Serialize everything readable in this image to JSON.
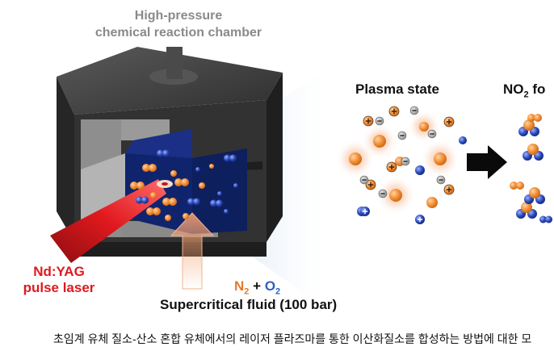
{
  "chamber_title_line1": "High-pressure",
  "chamber_title_line2": "chemical reaction chamber",
  "laser_label_line1": "Nd:YAG",
  "laser_label_line2": "pulse laser",
  "plasma_title": "Plasma state",
  "no2_title_prefix": "NO",
  "no2_title_sub": "2",
  "no2_title_suffix": " fo",
  "gas_n": "N",
  "gas_n_sub": "2",
  "gas_plus": "+",
  "gas_o": "O",
  "gas_o_sub": "2",
  "fluid_label": "Supercritical fluid (100 bar)",
  "caption": "초임계 유체 질소-산소 혼합 유체에서의 레이저 플라즈마를 통한 이산화질소를 합성하는 방법에 대한 모",
  "icons": [
    "reaction-chamber-icon",
    "laser-beam-icon",
    "arrow-right-icon",
    "arrow-up-icon",
    "nitrogen-molecule-icon",
    "oxygen-molecule-icon",
    "ion-icon",
    "electron-icon"
  ],
  "colors": {
    "nitrogen": "#f08a2e",
    "oxygen": "#2746b8",
    "laser": "#e0191e",
    "chamber": "#3a3a3a",
    "window": "#10246e",
    "glow": "#f7b894"
  }
}
